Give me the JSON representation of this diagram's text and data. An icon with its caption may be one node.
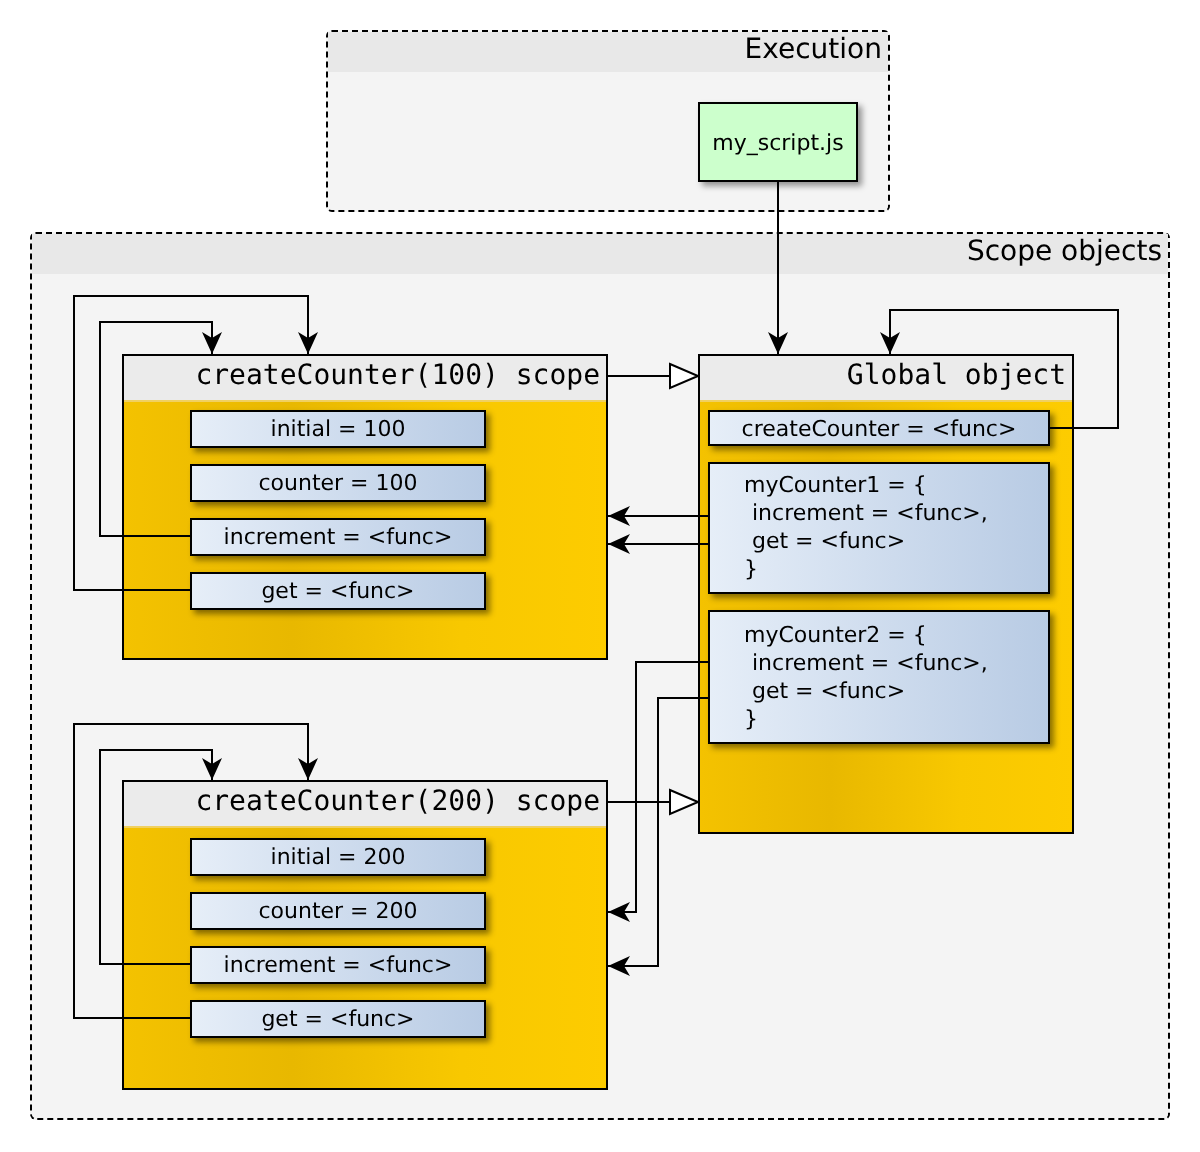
{
  "diagram": {
    "nodes": [
      {
        "text": [
          "Execution"
        ]
      },
      {
        "text": [
          "my_script.js"
        ],
        "in": 0
      },
      {
        "text": [
          "Scope objects"
        ]
      },
      {
        "text": [
          "createCounter(100) scope"
        ],
        "in": 2
      },
      {
        "text": [
          "initial = 100"
        ],
        "in": 3
      },
      {
        "text": [
          "counter = 100"
        ],
        "in": 3
      },
      {
        "text": [
          "increment = <func>"
        ],
        "in": 3
      },
      {
        "text": [
          "get = <func>"
        ],
        "in": 3
      },
      {
        "text": [
          "Global object"
        ],
        "in": 2
      },
      {
        "text": [
          "createCounter = <func>"
        ],
        "in": 8
      },
      {
        "text": [
          "myCounter1 = {",
          "increment = <func>,",
          "get = <func>",
          "}"
        ],
        "in": 8
      },
      {
        "text": [
          "myCounter2 = {",
          "increment = <func>,",
          "get = <func>",
          "}"
        ],
        "in": 8
      },
      {
        "text": [
          "createCounter(200) scope"
        ],
        "in": 2
      },
      {
        "text": [
          "initial = 200"
        ],
        "in": 12
      },
      {
        "text": [
          "counter = 200"
        ],
        "in": 12
      },
      {
        "text": [
          "increment = <func>"
        ],
        "in": 12
      },
      {
        "text": [
          "get = <func>"
        ],
        "in": 12
      }
    ],
    "edges": [
      {
        "from": 1,
        "to": 8,
        "arrow": "to"
      },
      {
        "from": 3,
        "to": 8,
        "arrow": "to"
      },
      {
        "from": 12,
        "to": 8,
        "arrow": "to"
      },
      {
        "from": 9,
        "to": 8,
        "arrow": "to"
      },
      {
        "from": 10,
        "to": 3,
        "arrow": "to"
      },
      {
        "from": 10,
        "to": 3,
        "arrow": "to"
      },
      {
        "from": 11,
        "to": 12,
        "arrow": "to"
      },
      {
        "from": 11,
        "to": 12,
        "arrow": "to"
      },
      {
        "from": 6,
        "to": 3,
        "arrow": "to"
      },
      {
        "from": 7,
        "to": 3,
        "arrow": "to"
      },
      {
        "from": 15,
        "to": 12,
        "arrow": "to"
      },
      {
        "from": 16,
        "to": 12,
        "arrow": "to"
      }
    ]
  }
}
